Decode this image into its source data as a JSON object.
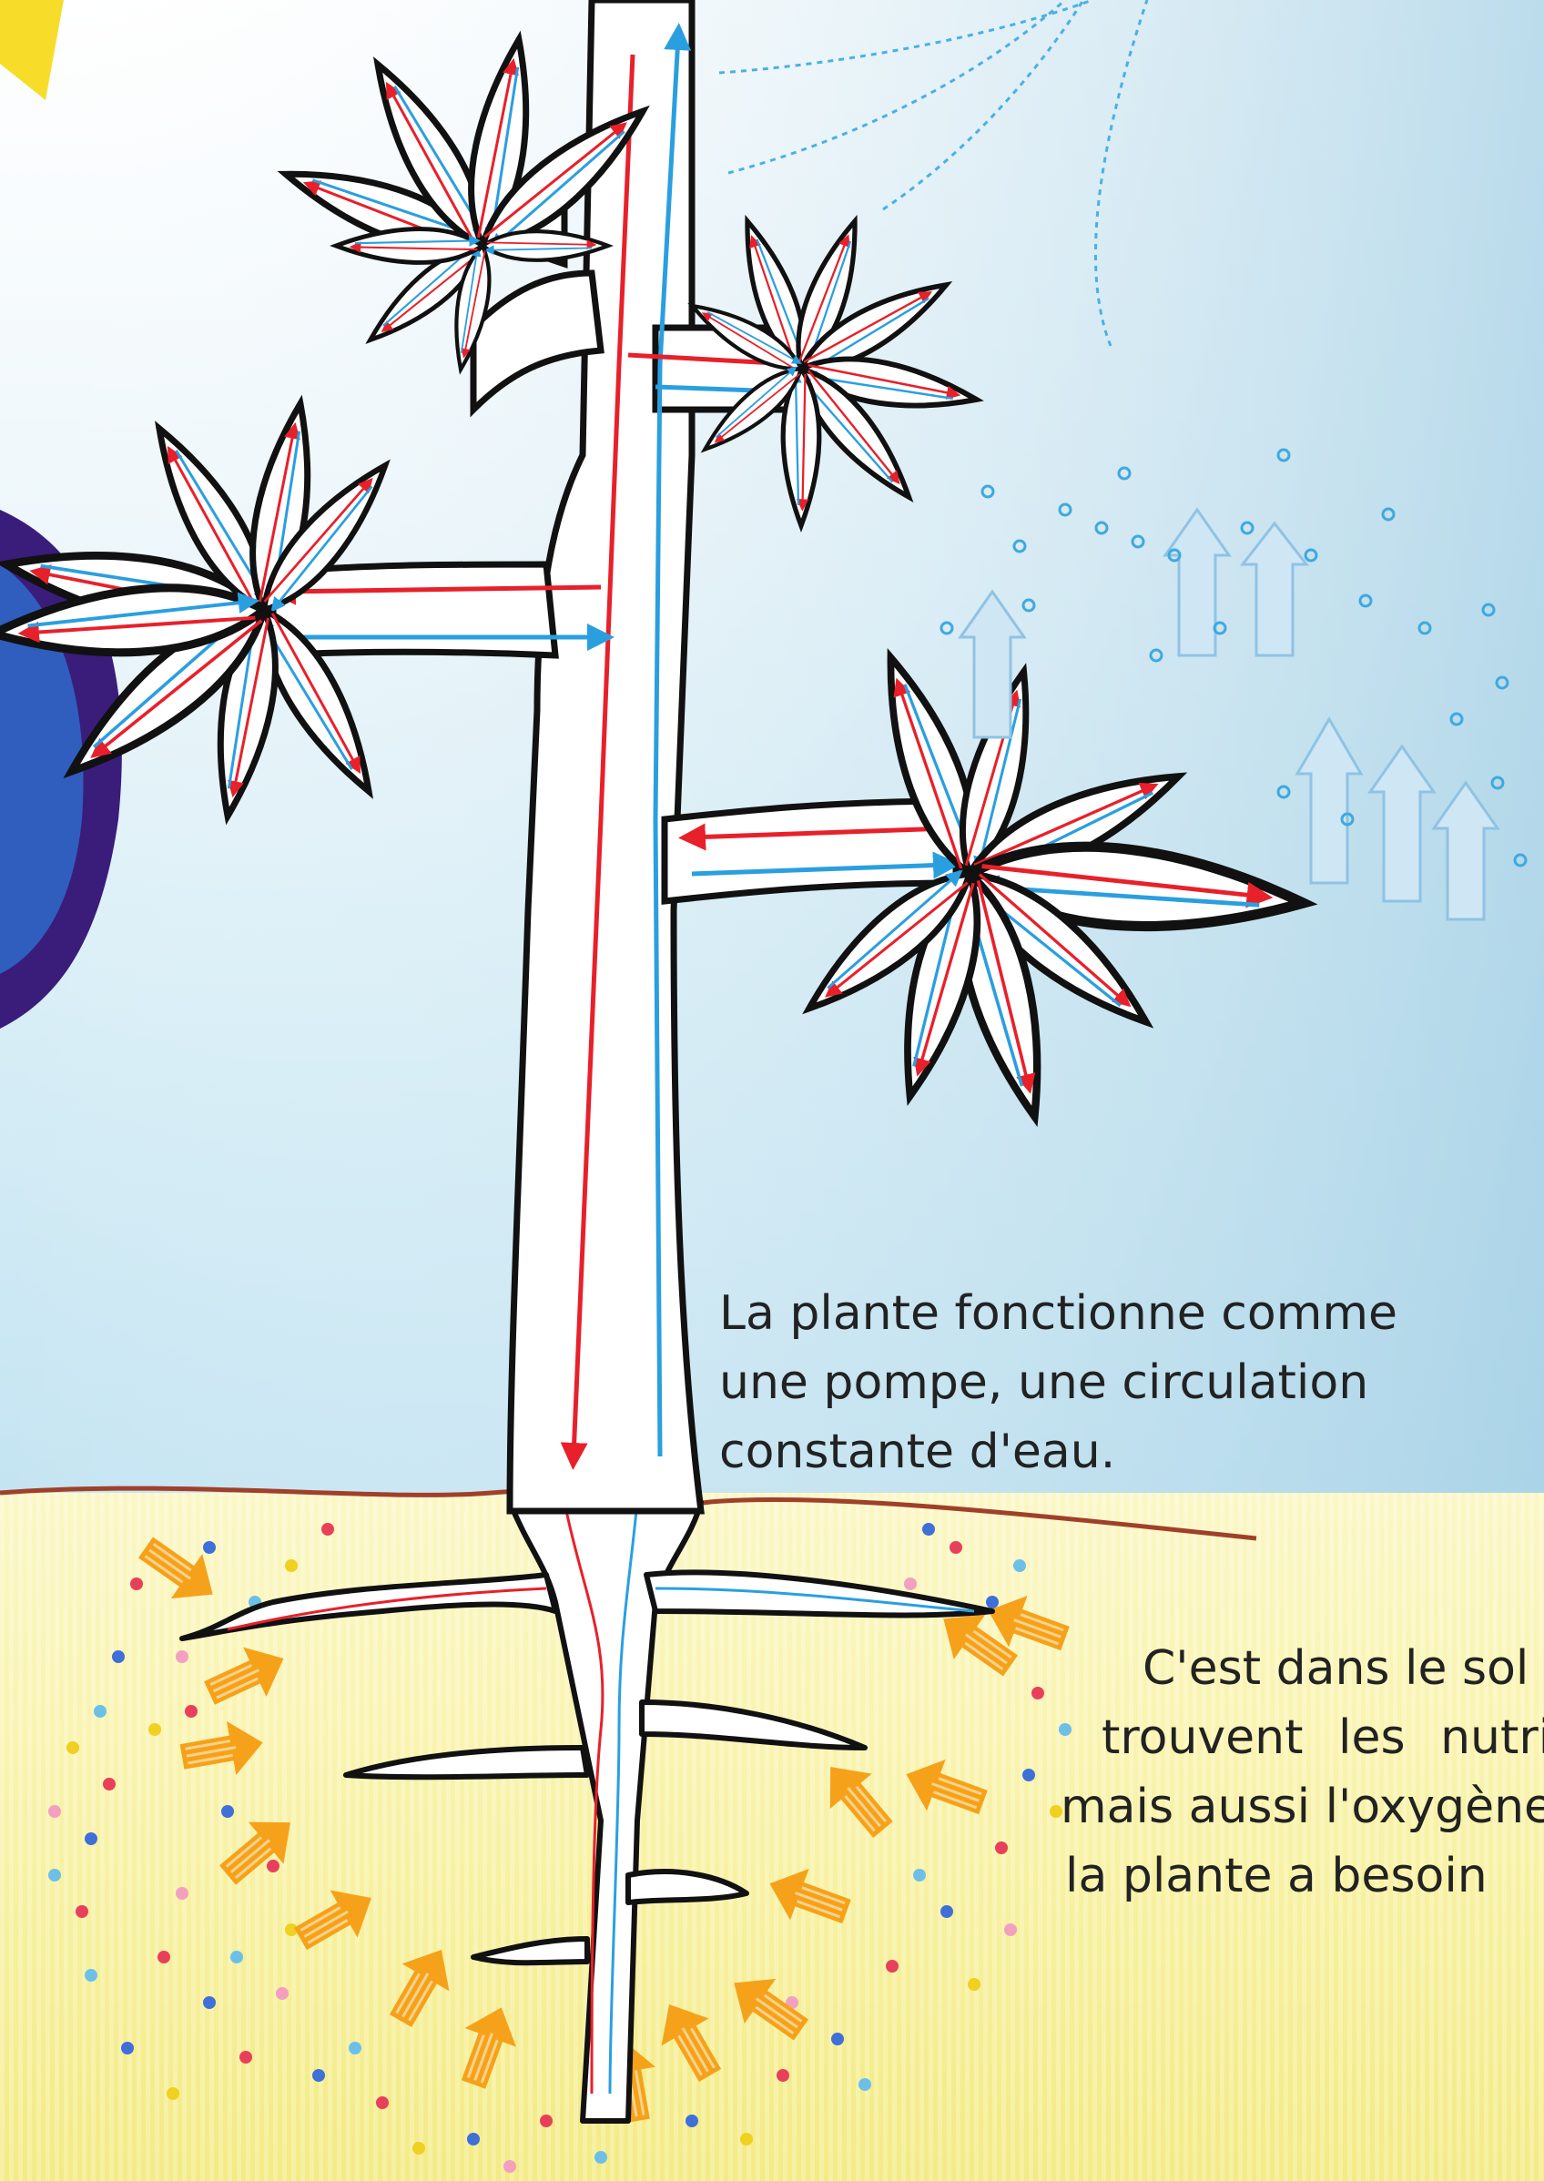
{
  "captions": {
    "pump": [
      "La plante fonctionne comme",
      "une pompe, une circulation",
      "constante d'eau."
    ],
    "soil": [
      "C'est dans le sol q",
      "trouvent les nutri",
      "mais aussi l'oxygène",
      "la plante a besoin"
    ]
  },
  "colors": {
    "sap_down": "#e8202a",
    "water_up": "#2a9fe0",
    "outline": "#111111",
    "soil_arrow": "#f5a21a",
    "ground_line": "#a0402a"
  }
}
